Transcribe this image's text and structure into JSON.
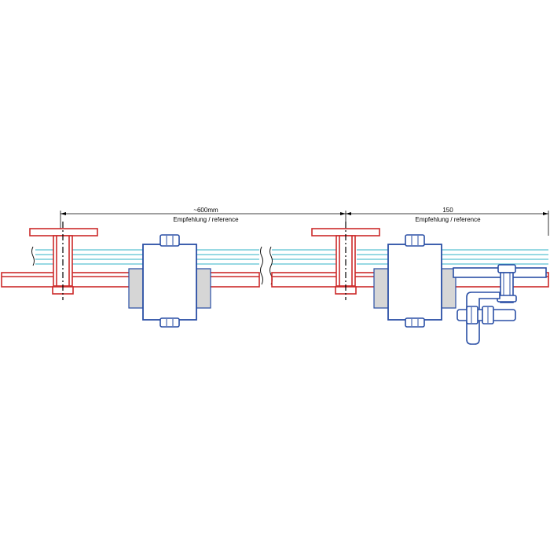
{
  "dimensions": {
    "spacing": {
      "value": "~600mm",
      "note": "Empfehlung / reference"
    },
    "end_distance": {
      "value": "150",
      "note": "Empfehlung / reference"
    }
  },
  "colors": {
    "rail": "#cc2a2a",
    "clamp_body": "#2a4fa5",
    "module_lines": "#31b3c7",
    "shading": "#d6d6d6",
    "dimension_lines": "#000000"
  }
}
